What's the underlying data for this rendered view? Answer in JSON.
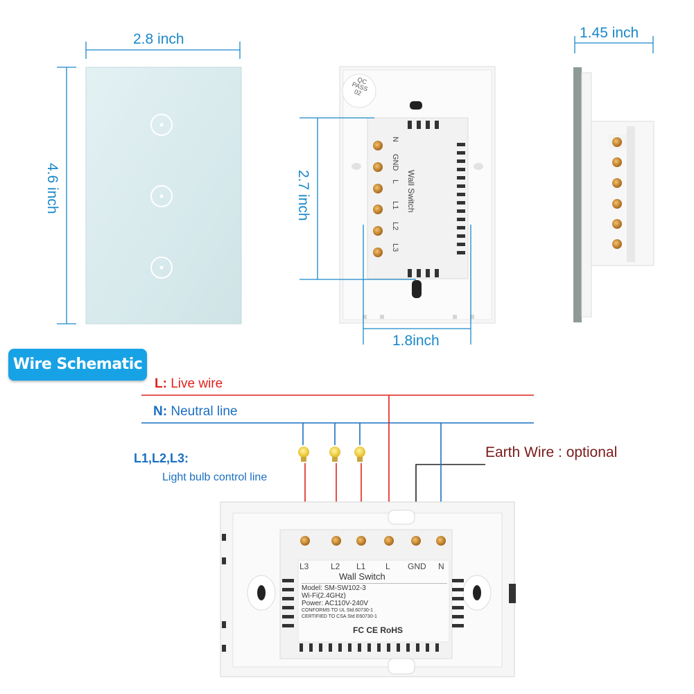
{
  "dimensions": {
    "width_label": "2.8 inch",
    "height_label": "4.6 inch",
    "depth_label": "1.45 inch",
    "back_height_label": "2.7 inch",
    "back_width_label": "1.8inch"
  },
  "rear_module_top": {
    "qc_line1": "QC",
    "qc_line2": "PASS",
    "qc_line3": "02",
    "terminals": [
      "N",
      "GND",
      "L",
      "L1",
      "L2",
      "L3"
    ],
    "title": "Wall Switch"
  },
  "schematic": {
    "badge": "Wire Schematic",
    "live_key": "L:",
    "live_text": "Live wire",
    "neutral_key": "N:",
    "neutral_text": "Neutral line",
    "bulb_key": "L1,L2,L3:",
    "bulb_text": "Light bulb control line",
    "earth_text": "Earth Wire : optional"
  },
  "bottom_switch": {
    "terminals": [
      "L3",
      "L2",
      "L1",
      "L",
      "GND",
      "N"
    ],
    "title": "Wall Switch",
    "model": "Model: SM-SW102-3",
    "wifi": "Wi-Fi(2.4GHz)",
    "power": "Power: AC110V-240V",
    "ul": "CONFORMS TO UL Std.60730-1",
    "csa": "CERTIFIED TO CSA Std E60730-1",
    "marks": "FC  CE  RoHS"
  },
  "colors": {
    "accent_blue": "#1a88c9",
    "live_red": "#e0211b",
    "neutral_blue": "#1a6fc2",
    "glass": "#d7ebee"
  }
}
